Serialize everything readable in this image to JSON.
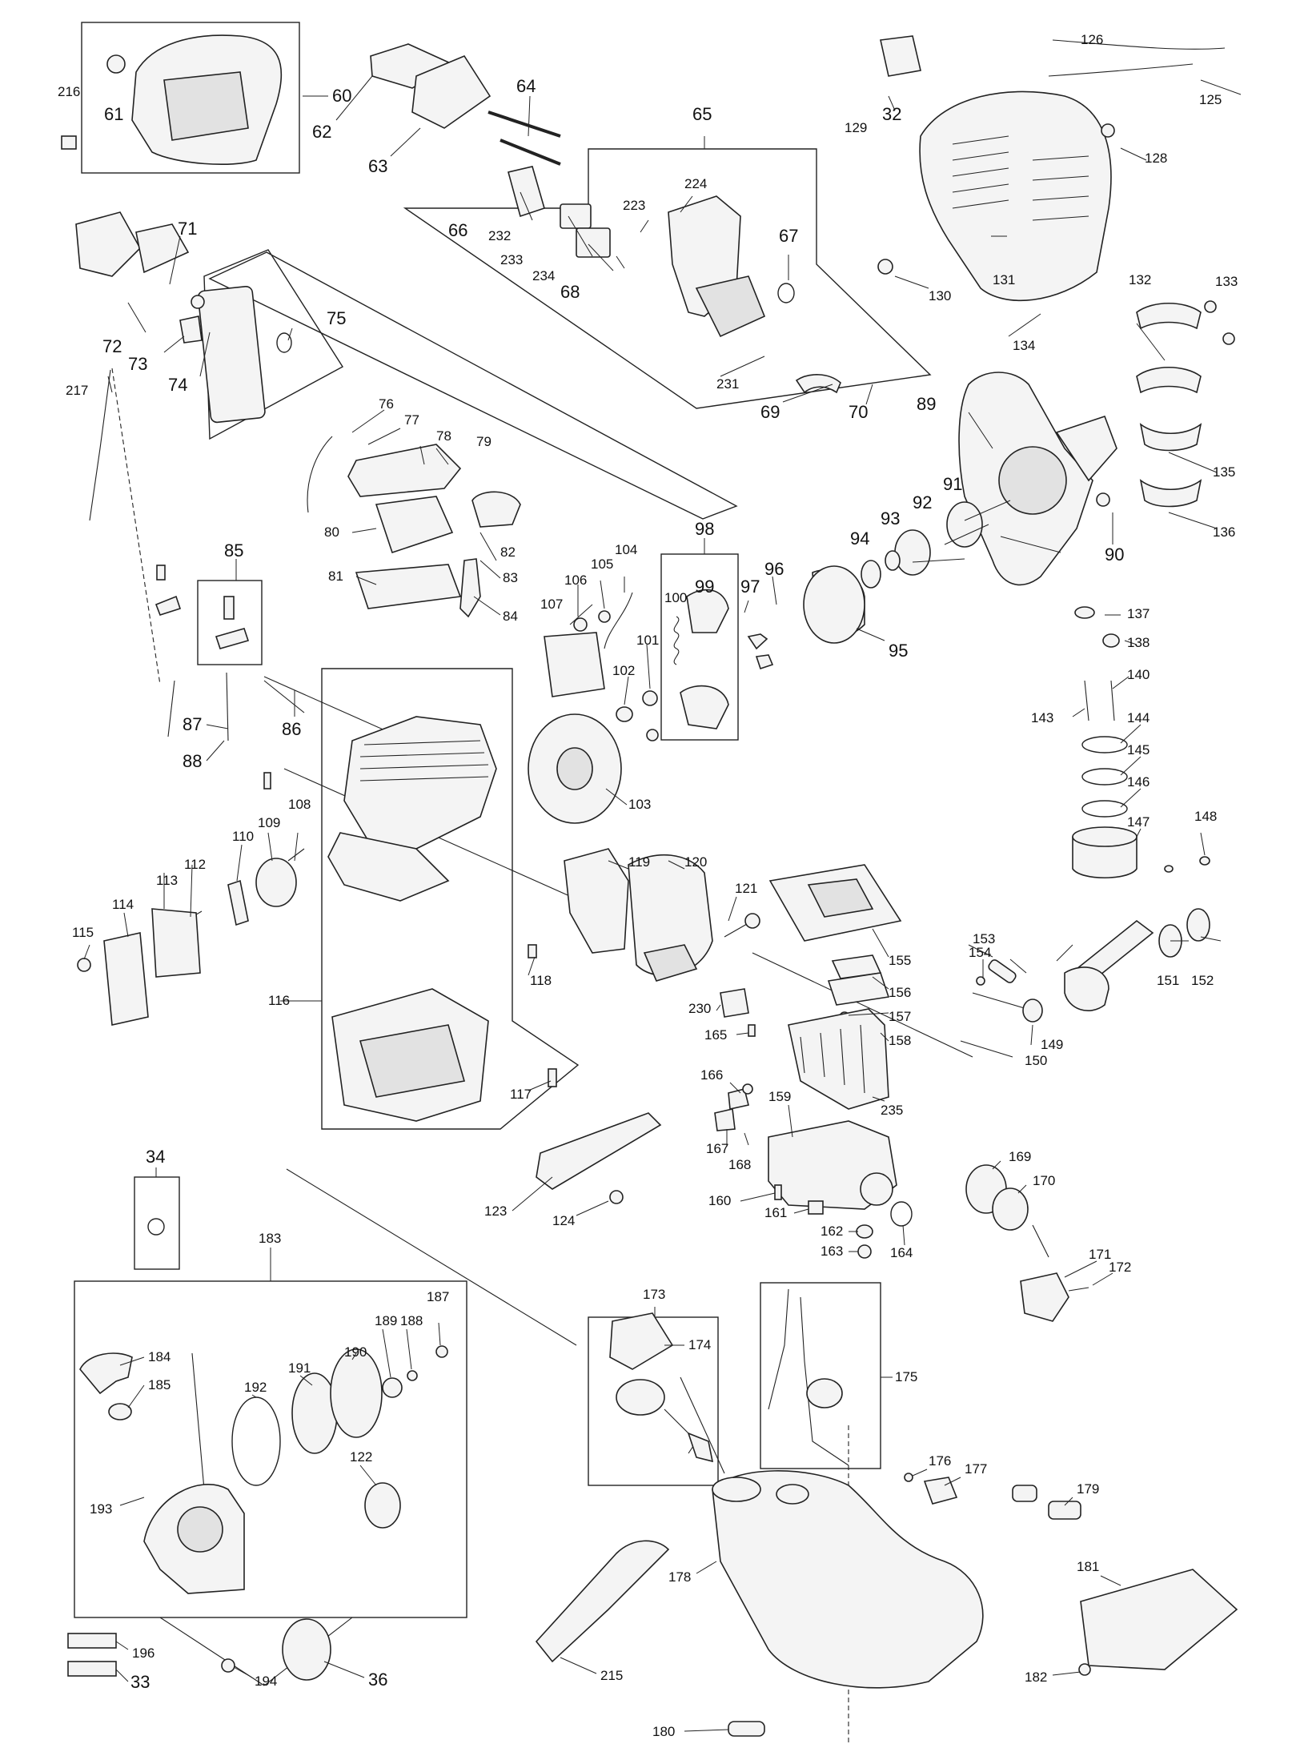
{
  "labels": {
    "l216": "216",
    "l61": "61",
    "l60": "60",
    "l62": "62",
    "l63": "63",
    "l64": "64",
    "l65": "65",
    "l66": "66",
    "l232": "232",
    "l233": "233",
    "l234": "234",
    "l68": "68",
    "l223": "223",
    "l224": "224",
    "l67": "67",
    "l231": "231",
    "l69": "69",
    "l70": "70",
    "l126": "126",
    "l125": "125",
    "l32": "32",
    "l129": "129",
    "l128": "128",
    "l130": "130",
    "l131": "131",
    "l132": "132",
    "l133": "133",
    "l134": "134",
    "l135": "135",
    "l136": "136",
    "l89": "89",
    "l90": "90",
    "l71": "71",
    "l72": "72",
    "l73": "73",
    "l74": "74",
    "l75": "75",
    "l217": "217",
    "l76": "76",
    "l77": "77",
    "l78": "78",
    "l79": "79",
    "l80": "80",
    "l81": "81",
    "l82": "82",
    "l83": "83",
    "l84": "84",
    "l85": "85",
    "l86": "86",
    "l87": "87",
    "l88": "88",
    "l98": "98",
    "l99": "99",
    "l100": "100",
    "l101": "101",
    "l102": "102",
    "l103": "103",
    "l104": "104",
    "l105": "105",
    "l106": "106",
    "l107": "107",
    "l97": "97",
    "l96": "96",
    "l95": "95",
    "l94": "94",
    "l93": "93",
    "l92": "92",
    "l91": "91",
    "l137": "137",
    "l138": "138",
    "l140": "140",
    "l143": "143",
    "l144": "144",
    "l145": "145",
    "l146": "146",
    "l147": "147",
    "l148": "148",
    "l108": "108",
    "l109": "109",
    "l110": "110",
    "l112": "112",
    "l113": "113",
    "l114": "114",
    "l115": "115",
    "l116": "116",
    "l117": "117",
    "l118": "118",
    "l119": "119",
    "l120": "120",
    "l121": "121",
    "l155": "155",
    "l156": "156",
    "l157": "157",
    "l158": "158",
    "l153": "153",
    "l154": "154",
    "l151": "151",
    "l152": "152",
    "l149": "149",
    "l150": "150",
    "l230": "230",
    "l165": "165",
    "l166": "166",
    "l167": "167",
    "l168": "168",
    "l159": "159",
    "l235": "235",
    "l160": "160",
    "l161": "161",
    "l162": "162",
    "l163": "163",
    "l164": "164",
    "l169": "169",
    "l170": "170",
    "l171": "171",
    "l172": "172",
    "l123": "123",
    "l124": "124",
    "l34": "34",
    "l183": "183",
    "l184": "184",
    "l185": "185",
    "l192": "192",
    "l191": "191",
    "l190": "190",
    "l189": "189",
    "l188": "188",
    "l187": "187",
    "l193": "193",
    "l122": "122",
    "l196": "196",
    "l33": "33",
    "l194": "194",
    "l36": "36",
    "l173": "173",
    "l174": "174",
    "l175": "175",
    "l176": "176",
    "l177": "177",
    "l178": "178",
    "l179": "179",
    "l181": "181",
    "l182": "182",
    "l180": "180",
    "l215": "215"
  }
}
